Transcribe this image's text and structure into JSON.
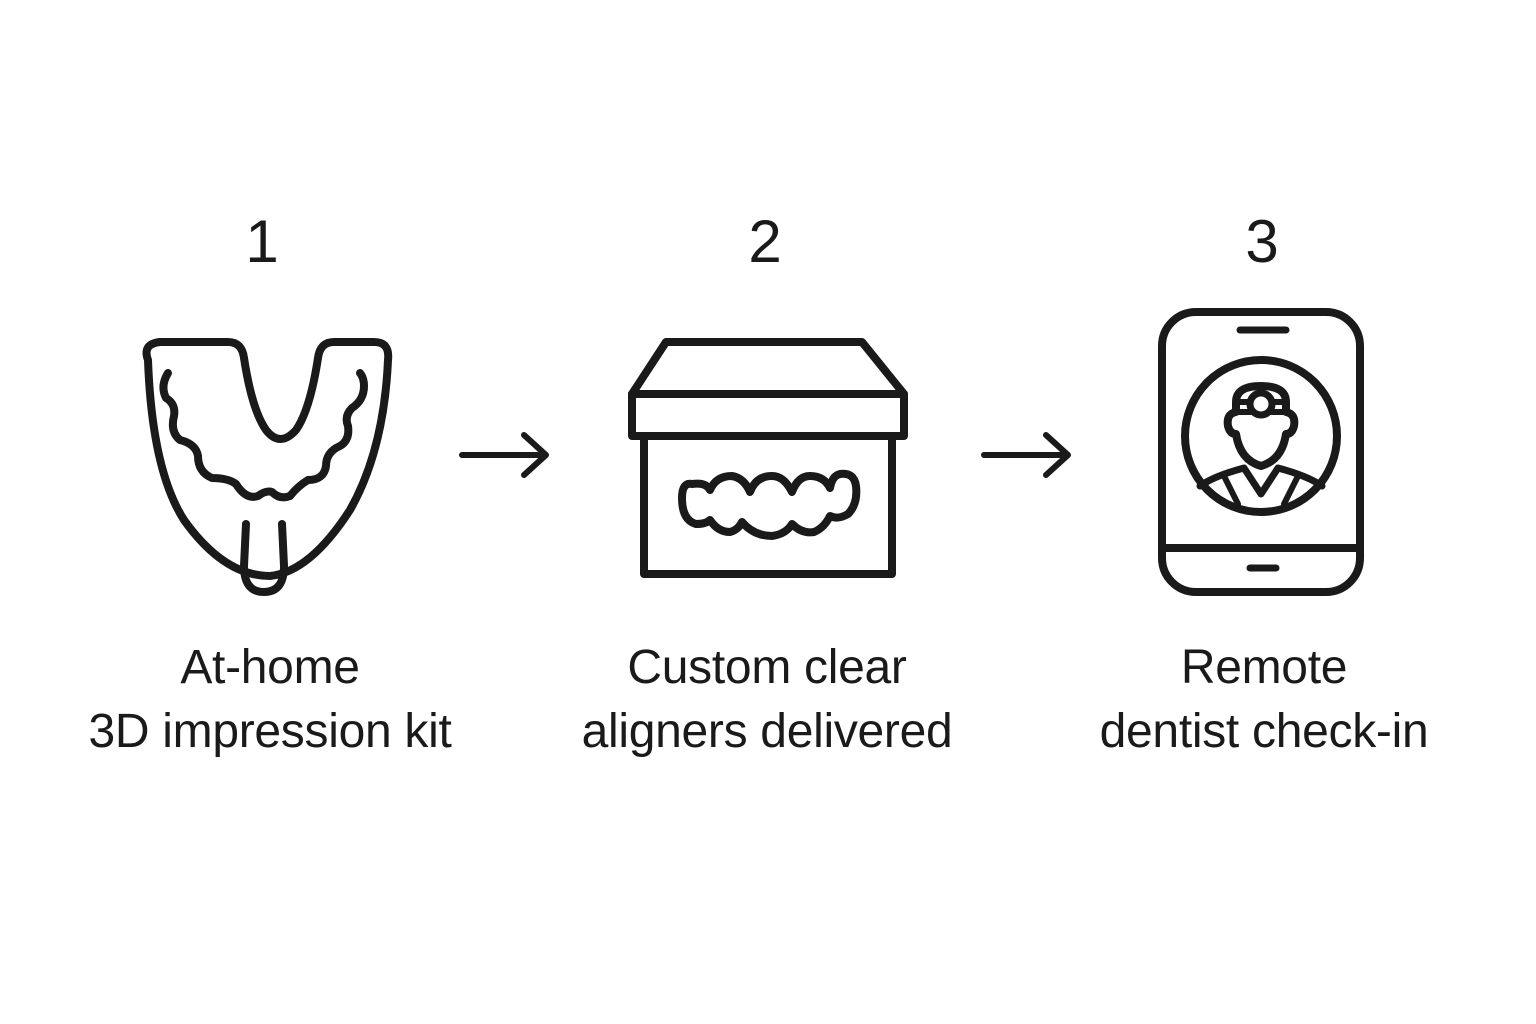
{
  "steps": [
    {
      "number": "1",
      "icon": "impression-tray-icon",
      "label_line1": "At-home",
      "label_line2": "3D impression kit"
    },
    {
      "number": "2",
      "icon": "aligner-box-icon",
      "label_line1": "Custom clear",
      "label_line2": "aligners delivered"
    },
    {
      "number": "3",
      "icon": "phone-dentist-icon",
      "label_line1": "Remote",
      "label_line2": "dentist check-in"
    }
  ],
  "connectors": [
    "arrow-right-icon",
    "arrow-right-icon"
  ],
  "colors": {
    "stroke": "#1a1a1a",
    "background": "#ffffff"
  }
}
